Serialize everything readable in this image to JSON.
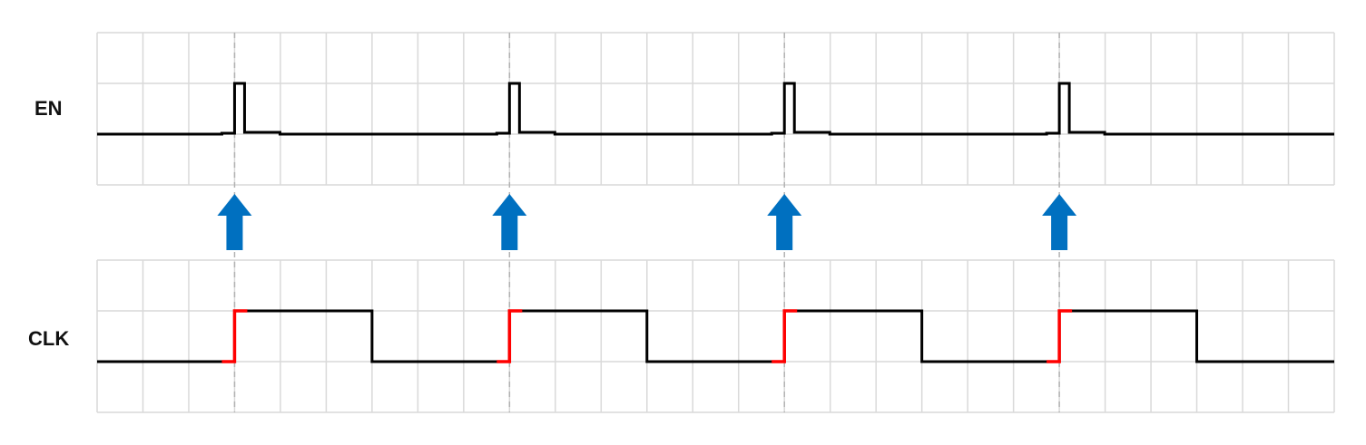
{
  "signals": {
    "en": {
      "label": "EN",
      "segments": [
        {
          "type": "line",
          "color": "#000000"
        },
        {
          "type": "pulse",
          "color": "#000000"
        }
      ]
    },
    "clk": {
      "label": "CLK",
      "segments": [
        {
          "type": "square-wave",
          "color": "#000000"
        },
        {
          "type": "rising-edge-highlight",
          "color": "#ff0000"
        }
      ]
    }
  },
  "trigger_arrows": {
    "count": 4,
    "color": "#0070c0",
    "icon": "up-arrow-icon"
  },
  "colors": {
    "grid": "#d9d9d9",
    "trace": "#000000",
    "edge_highlight": "#ff0000",
    "arrow": "#0070c0",
    "marker_line": "#b3b3b3"
  }
}
